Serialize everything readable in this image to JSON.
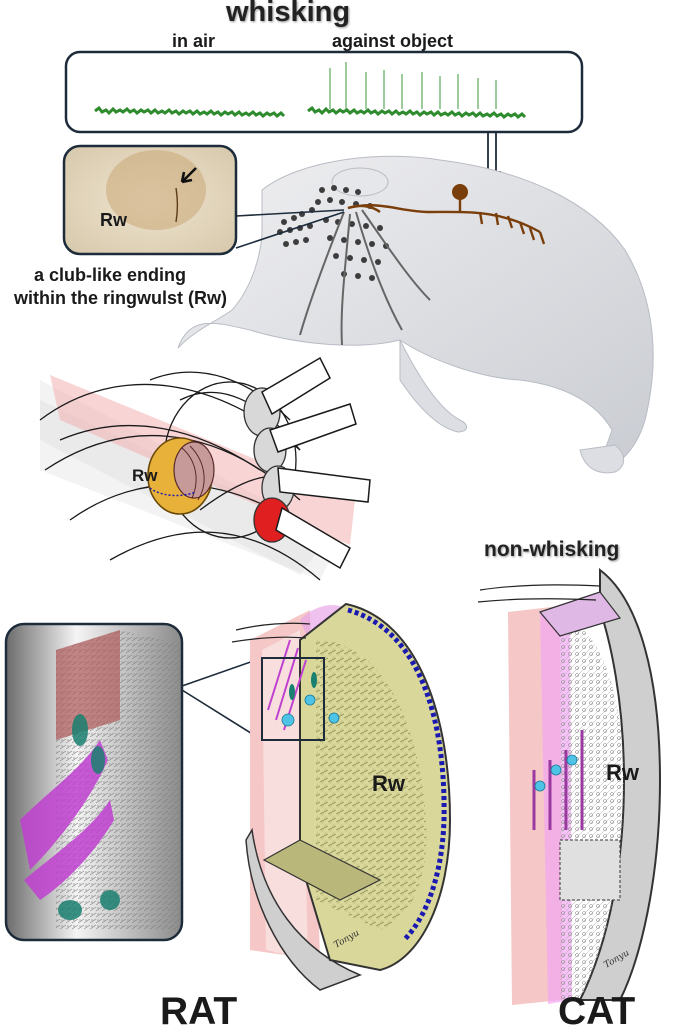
{
  "header": {
    "title": "whisking",
    "in_air_label": "in air",
    "against_object_label": "against object"
  },
  "histology": {
    "rw_label": "Rw",
    "caption_line1": "a club-like ending",
    "caption_line2": "within the ringwulst (Rw)"
  },
  "follicle_cluster": {
    "rw_label": "Rw"
  },
  "rat": {
    "rw_label": "Rw",
    "species_label": "RAT",
    "signature": "Tonyu"
  },
  "cat": {
    "heading": "non-whisking",
    "rw_label": "Rw",
    "species_label": "CAT",
    "signature": "Tonyu"
  },
  "colors": {
    "trace_green": "#2e8b2e",
    "nerve_brown": "#7a3e0a",
    "ringwulst_yellow": "#e8b23a",
    "ring_red": "#e02020",
    "tissue_olive": "#d9d79a",
    "membrane_pink": "#f6c7c7",
    "neuron_magenta": "#c040d0",
    "dotted_blue": "#1a1ab0"
  }
}
